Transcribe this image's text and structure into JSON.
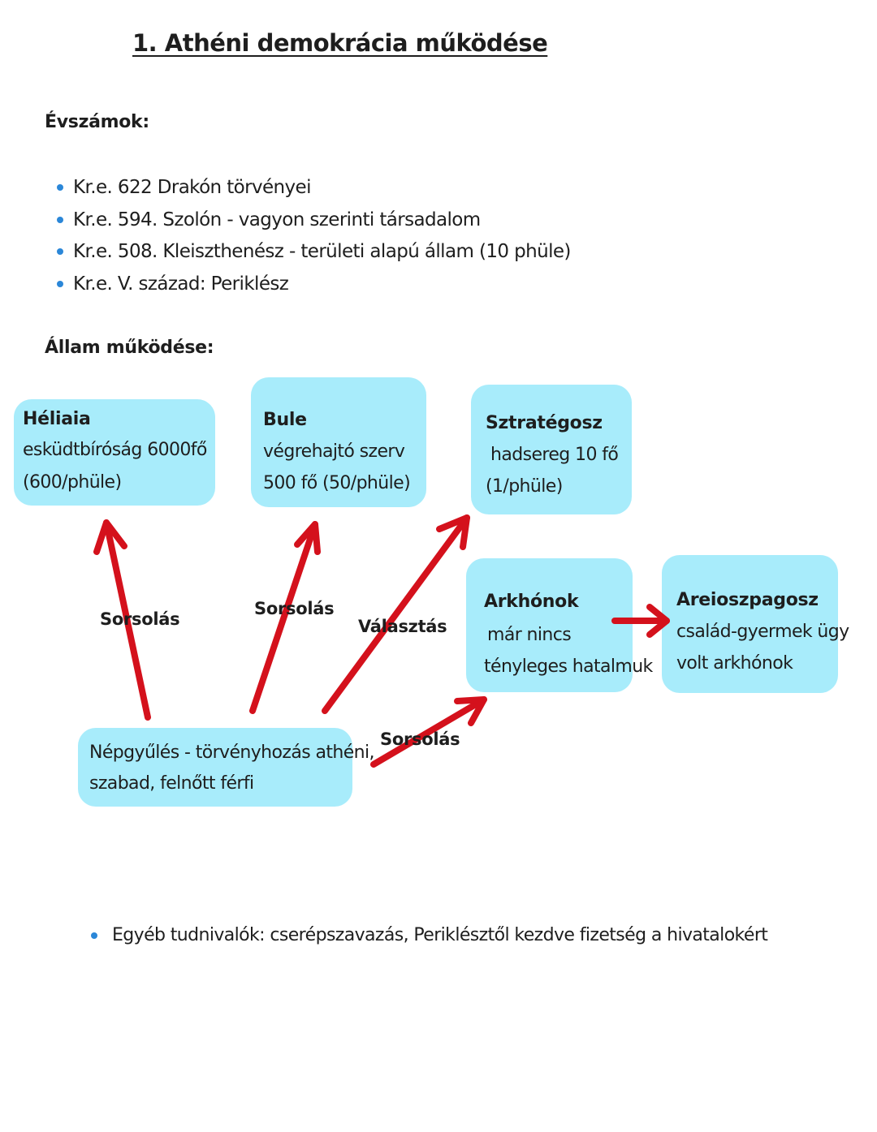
{
  "title": "1. Athéni demokrácia működése",
  "sections": {
    "dates_heading": "Évszámok:",
    "state_heading": "Állam működése:"
  },
  "dates": [
    "Kr.e. 622 Drakón törvényei",
    "Kr.e. 594. Szolón - vagyon szerinti társadalom",
    "Kr.e. 508. Kleiszthenész - területi alapú állam (10 phüle)",
    "Kr.e. V. század: Periklész"
  ],
  "boxes": {
    "heliaia": {
      "title": "Héliaia",
      "line1": "esküdtbíróság 6000fő",
      "line2": "(600/phüle)"
    },
    "bule": {
      "title": "Bule",
      "line1": "végrehajtó szerv",
      "line2": "500 fő (50/phüle)"
    },
    "sztrategosz": {
      "title": "Sztratégosz",
      "line1": "hadsereg 10 fő",
      "line2": "(1/phüle)"
    },
    "arkhonok": {
      "title": "Arkhónok",
      "line1": "már nincs",
      "line2": "tényleges hatalmuk"
    },
    "areioszpagosz": {
      "title": "Areioszpagosz",
      "line1": "család-gyermek ügy",
      "line2": "volt arkhónok"
    },
    "nepgyules": {
      "line1": "Népgyűlés - törvényhozás athéni,",
      "line2": "szabad, felnőtt férfi"
    }
  },
  "arrow_labels": {
    "to_heliaia": "Sorsolás",
    "to_bule": "Sorsolás",
    "to_sztrategosz": "Választás",
    "to_arkhonok": "Sorsolás"
  },
  "colors": {
    "box_fill": "#a8ecfb",
    "arrow": "#d4111c",
    "bullet": "#2b87d8"
  },
  "bottom_note": "Egyéb tudnivalók: cserépszavazás, Periklésztől kezdve fizetség a hivatalokért"
}
